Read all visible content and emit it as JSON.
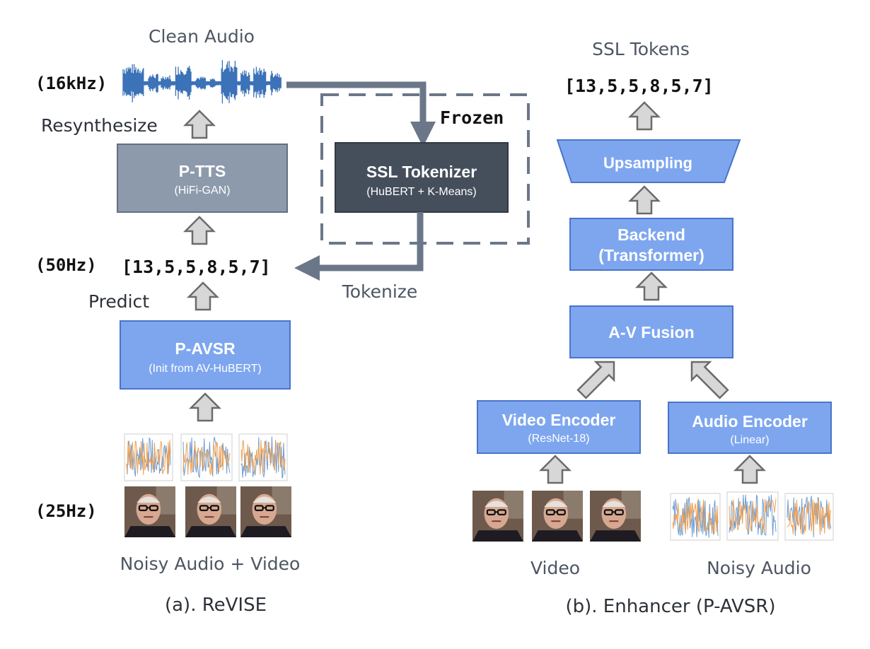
{
  "revise": {
    "caption": "(a). ReVISE",
    "clean_audio_label": "Clean Audio",
    "rate_16khz": "(16kHz)",
    "resynthesize_label": "Resynthesize",
    "ptts": {
      "title": "P-TTS",
      "subtitle": "(HiFi-GAN)"
    },
    "rate_50hz": "(50Hz)",
    "tokens": "[13,5,5,8,5,7]",
    "predict_label": "Predict",
    "pavsr": {
      "title": "P-AVSR",
      "subtitle": "(Init from AV-HuBERT)"
    },
    "rate_25hz": "(25Hz)",
    "input_label": "Noisy Audio + Video"
  },
  "tokenizer": {
    "frozen_label": "Frozen",
    "title": "SSL Tokenizer",
    "subtitle": "(HuBERT + K-Means)",
    "tokenize_label": "Tokenize"
  },
  "enhancer": {
    "caption": "(b). Enhancer (P-AVSR)",
    "output_label": "SSL Tokens",
    "tokens": "[13,5,5,8,5,7]",
    "upsampling": "Upsampling",
    "backend_line1": "Backend",
    "backend_line2": "(Transformer)",
    "fusion": "A-V Fusion",
    "video_encoder": {
      "title": "Video Encoder",
      "subtitle": "(ResNet-18)"
    },
    "audio_encoder": {
      "title": "Audio Encoder",
      "subtitle": "(Linear)"
    },
    "video_label": "Video",
    "audio_label": "Noisy Audio"
  },
  "colors": {
    "blue_box": "#7ea6ef",
    "blue_border": "#4a74c9",
    "gray_box": "#8d9aac",
    "dark_box": "#454f5c",
    "connector": "#6b7789",
    "waveform": "#3b72b8",
    "spectro_blue": "#6d9bd0",
    "spectro_orange": "#f0a050"
  }
}
